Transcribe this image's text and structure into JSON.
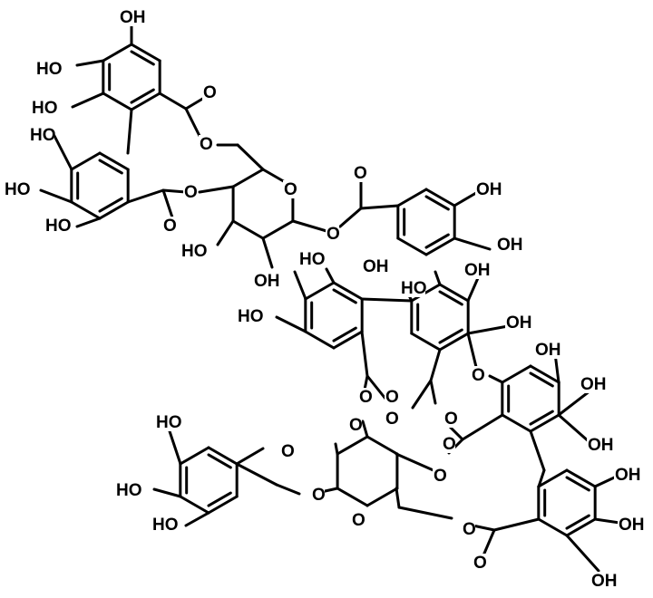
{
  "molecule": {
    "atom_labels": [
      "OH",
      "HO",
      "HO",
      "HO",
      "HO",
      "HO",
      "O",
      "O",
      "O",
      "O",
      "O",
      "HO",
      "OH",
      "O",
      "O",
      "OH",
      "OH",
      "HO",
      "OH",
      "HO",
      "OH",
      "HO",
      "OH",
      "O",
      "OH",
      "OH",
      "O",
      "O",
      "O",
      "O",
      "O",
      "O",
      "OH",
      "HO",
      "O",
      "HO",
      "O",
      "O",
      "HO",
      "O",
      "OH",
      "O",
      "OH",
      "O",
      "OH"
    ]
  }
}
